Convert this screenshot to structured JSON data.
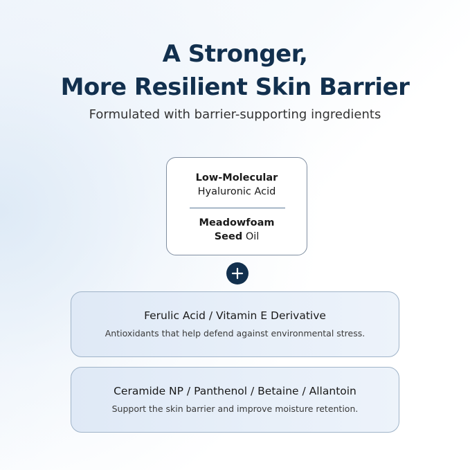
{
  "headline": {
    "line1": "A Stronger,",
    "line2": "More Resilient Skin Barrier"
  },
  "subtitle": "Formulated with barrier-supporting ingredients",
  "top_box": {
    "ingredient1": {
      "bold": "Low-Molecular",
      "regular": "Hyaluronic Acid"
    },
    "ingredient2": {
      "bold_line1": "Meadowfoam",
      "bold_line2": "Seed",
      "regular": "Oil"
    }
  },
  "plus_icon": "plus-icon",
  "pills": [
    {
      "title": "Ferulic Acid / Vitamin E Derivative",
      "description": "Antioxidants that help defend against environmental stress."
    },
    {
      "title": "Ceramide NP / Panthenol / Betaine / Allantoin",
      "description": "Support the skin barrier and improve moisture retention."
    }
  ],
  "colors": {
    "navy": "#12304e",
    "pill_fill": "#e3ecf7",
    "pill_border": "#9fb3c8",
    "box_border": "#7e8da0"
  }
}
